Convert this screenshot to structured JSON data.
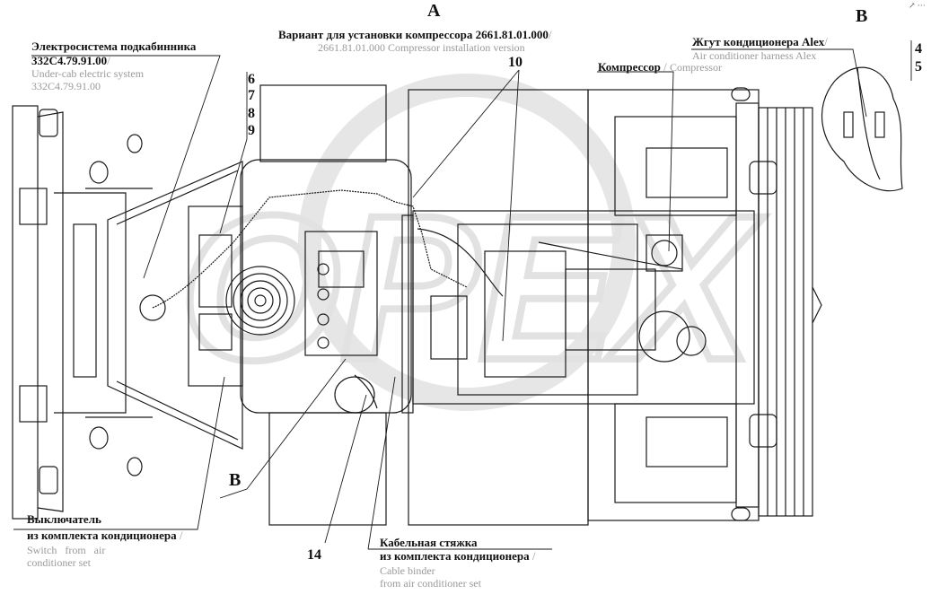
{
  "view_a": {
    "letter": "A",
    "title_ru": "Вариант для установки компрессора 2661.81.01.000",
    "title_en": "2661.81.01.000 Compressor installation version"
  },
  "view_b": {
    "letter": "B",
    "corner_mark": "↗ ···"
  },
  "callouts": {
    "electric_ru_1": "Электросистема подкабинника",
    "electric_ru_2": "332С4.79.91.00",
    "electric_en_1": "Under-cab electric system",
    "electric_en_2": "332С4.79.91.00",
    "harness_ru": "Жгут кондиционера Alex",
    "harness_en": "Air conditioner harness Alex",
    "compressor_ru": "Компрессор",
    "compressor_en": "Compressor",
    "switch_ru_1": "Выключатель",
    "switch_ru_2": "из комплекта кондиционера",
    "switch_en_1": "Switch   from   air",
    "switch_en_2": "conditioner set",
    "binder_ru_1": "Кабельная стяжка",
    "binder_ru_2": "из комплекта кондиционера",
    "binder_en_1": "Cable binder",
    "binder_en_2": "from air conditioner set",
    "separator": "/",
    "view_b_letter": "B"
  },
  "position_numbers": {
    "n6": "6",
    "n7": "7",
    "n8": "8",
    "n9": "9",
    "n10": "10",
    "n14": "14",
    "n4": "4",
    "n5": "5"
  },
  "watermark": "OPEX",
  "colors": {
    "line": "#1a1a1a",
    "watermark": "#e4e4e4",
    "english_text": "#9a9a9a"
  }
}
